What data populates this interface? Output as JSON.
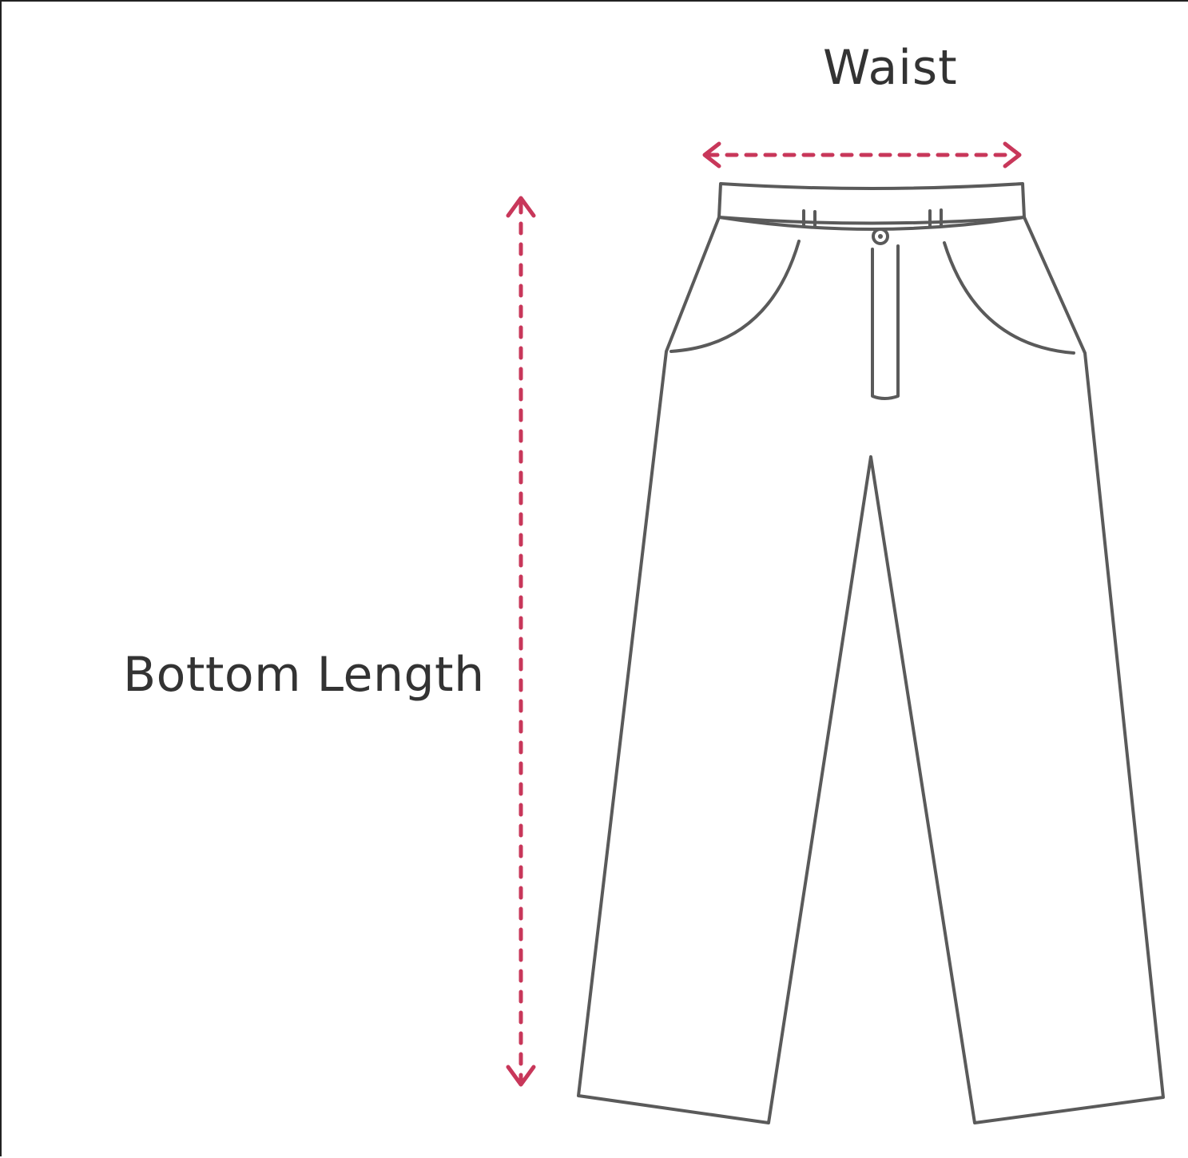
{
  "labels": {
    "waist": "Waist",
    "bottom_length": "Bottom Length"
  },
  "colors": {
    "outline": "#5a5a5a",
    "measure_arrow": "#c8375a",
    "text": "#333333",
    "background": "#ffffff"
  },
  "icons": {
    "garment": "trousers-outline",
    "waist_measure": "double-headed-horizontal-dashed-arrow",
    "length_measure": "double-headed-vertical-dashed-arrow"
  }
}
